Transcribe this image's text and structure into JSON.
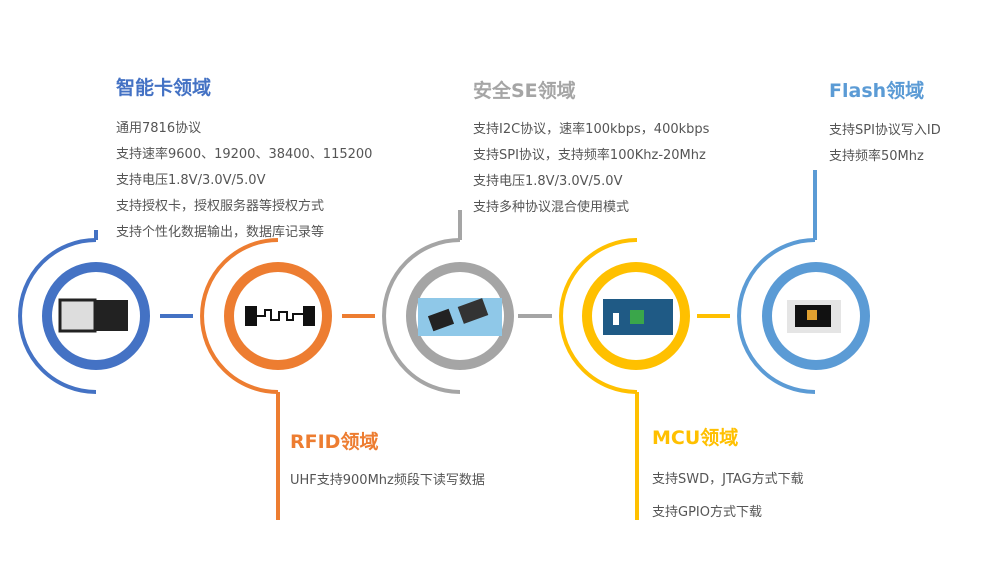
{
  "colors": {
    "smartcard": "#4472c4",
    "rfid": "#ed7d31",
    "se": "#a5a5a5",
    "mcu": "#ffc000",
    "flash": "#5b9bd5"
  },
  "smartcard": {
    "title": "智能卡领域",
    "lines": [
      "通用7816协议",
      "支持速率9600、19200、38400、115200",
      "支持电压1.8V/3.0V/5.0V",
      "支持授权卡，授权服务器等授权方式",
      "支持个性化数据输出，数据库记录等"
    ]
  },
  "rfid": {
    "title": "RFID领域",
    "lines": [
      "UHF支持900Mhz频段下读写数据"
    ]
  },
  "se": {
    "title": "安全SE领域",
    "lines": [
      "支持I2C协议，速率100kbps，400kbps",
      "支持SPI协议，支持频率100Khz-20Mhz",
      "支持电压1.8V/3.0V/5.0V",
      "支持多种协议混合使用模式"
    ]
  },
  "mcu": {
    "title": "MCU领域",
    "lines": [
      "支持SWD，JTAG方式下载",
      "支持GPIO方式下载"
    ]
  },
  "flash": {
    "title": "Flash领域",
    "lines": [
      "支持SPI协议写入ID",
      "支持频率50Mhz"
    ]
  }
}
